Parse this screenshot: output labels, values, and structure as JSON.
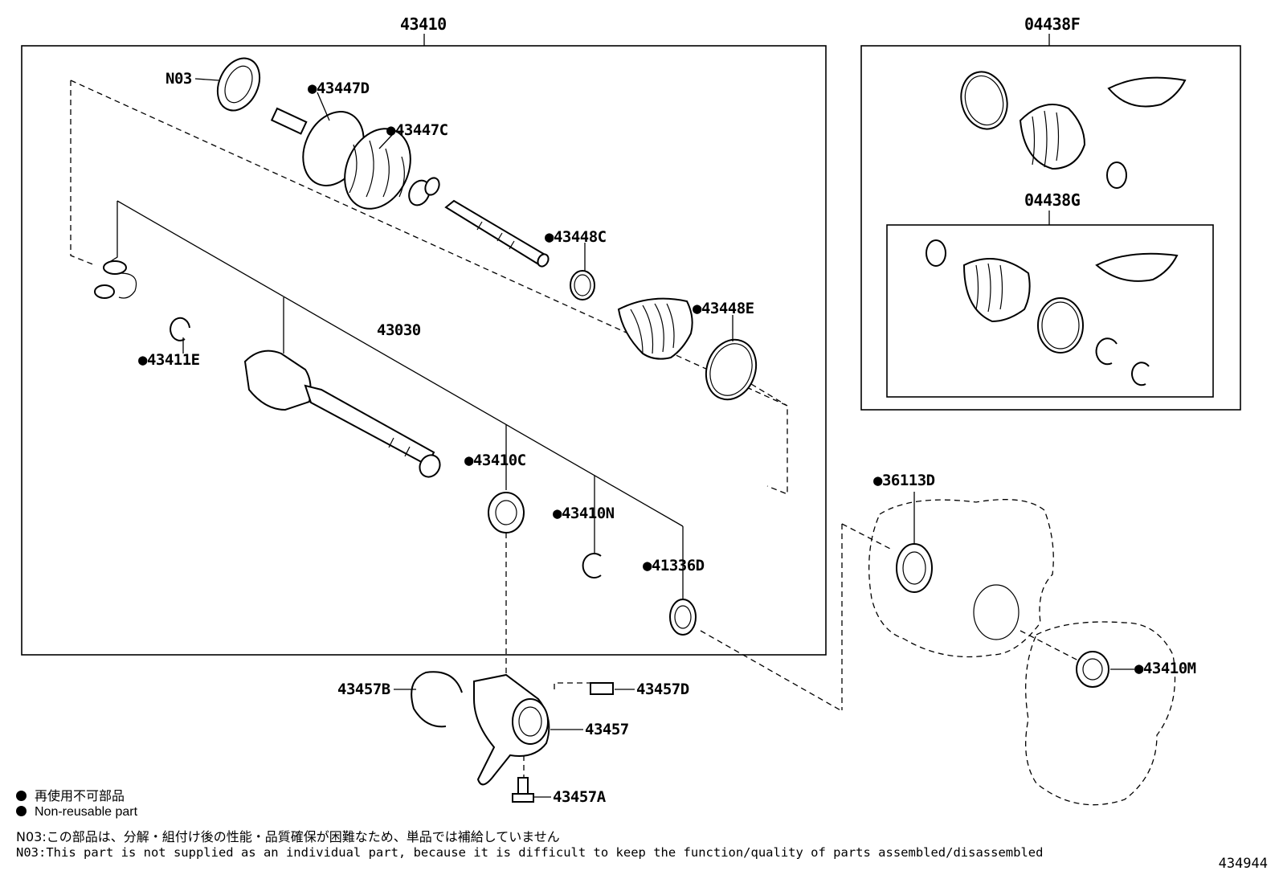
{
  "labels": {
    "assembly": "43410",
    "boot_kit_outer": "04438F",
    "boot_kit_inner": "04438G",
    "n03": "N03",
    "p43447D": "●43447D",
    "p43447C": "●43447C",
    "p43448C": "●43448C",
    "p43448E": "●43448E",
    "p43411E": "●43411E",
    "p43030": "43030",
    "p43410C": "●43410C",
    "p43410N": "●43410N",
    "p41336D": "●41336D",
    "p36113D": "●36113D",
    "p43410M": "●43410M",
    "p43457B": "43457B",
    "p43457D": "43457D",
    "p43457": "43457",
    "p43457A": "43457A"
  },
  "legend": {
    "jp_nonreusable": "再使用不可部品",
    "en_nonreusable": "Non-reusable part",
    "jp_note": "N03:この部品は、分解・組付け後の性能・品質確保が困難なため、単品では補給していません",
    "en_note": "N03:This part is not supplied as an individual part, because it is difficult to keep the function/quality of parts assembled/disassembled"
  },
  "figure_number": "434944"
}
